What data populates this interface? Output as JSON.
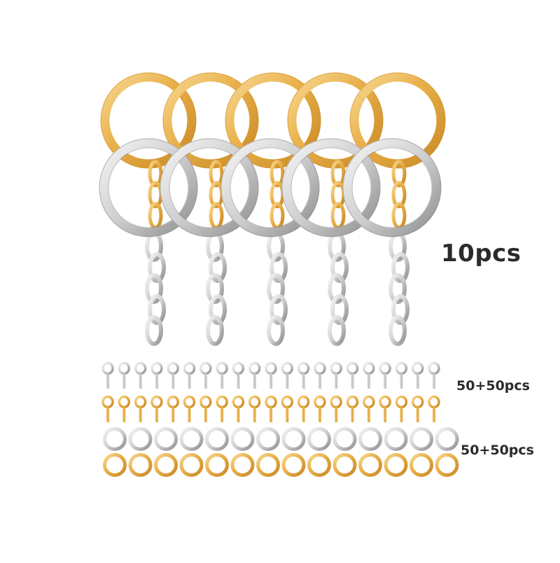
{
  "product": {
    "labels": {
      "keyrings": "10pcs",
      "screw_eyes": "50+50pcs",
      "jump_rings": "50+50pcs"
    },
    "counts": {
      "gold_split_rings": 5,
      "silver_split_rings_with_chain": 5,
      "silver_screw_eyes_shown": 21,
      "gold_screw_eyes_shown": 21,
      "silver_jump_rings_shown": 14,
      "gold_jump_rings_shown": 14
    },
    "colors": {
      "gold": "#e8b04a",
      "gold_light": "#f6d58a",
      "gold_dark": "#c88a22",
      "silver": "#c8c8c8",
      "silver_light": "#f2f2f2",
      "silver_dark": "#8c8c8c",
      "text": "#2b2b2b",
      "background": "#ffffff"
    }
  }
}
